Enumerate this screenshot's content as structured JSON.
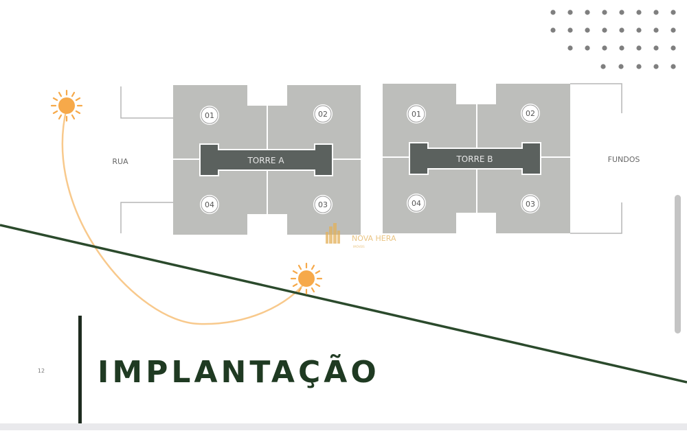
{
  "document": {
    "page_number": "12",
    "title": "IMPLANTAÇÃO",
    "street_label": "RUA",
    "back_label": "FUNDOS",
    "watermark": {
      "brand": "NOVA HERA",
      "tagline": "IMÓVEIS"
    },
    "towers": [
      {
        "name": "TORRE A",
        "units": [
          "01",
          "02",
          "04",
          "03"
        ]
      },
      {
        "name": "TORRE B",
        "units": [
          "01",
          "02",
          "04",
          "03"
        ]
      }
    ]
  },
  "colors": {
    "block": "#bdbebb",
    "core": "#5b615e",
    "title": "#1f3a22",
    "diagonal": "#2b4a2c",
    "sun": "#f6a94a",
    "sun_path": "#f8c98c"
  },
  "icons": [
    "sun-icon",
    "dot-pattern",
    "building-logo-icon"
  ]
}
